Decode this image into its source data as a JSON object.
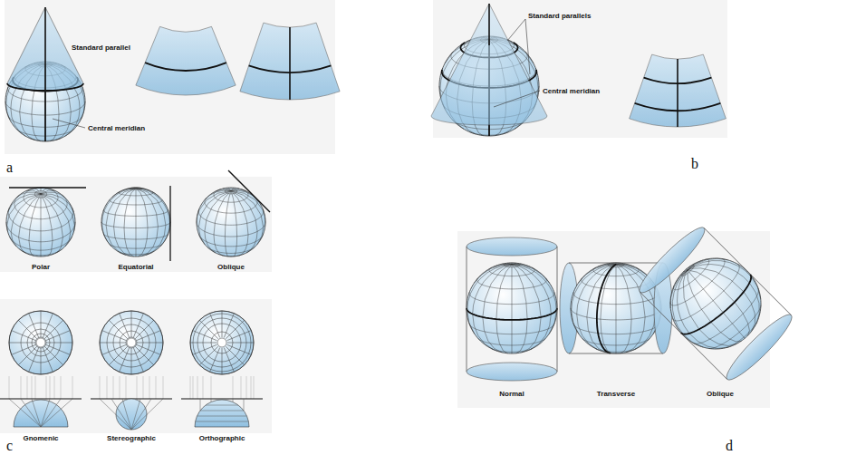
{
  "diagram": {
    "labels": [
      "Standard parallel",
      "Central meridian",
      "a",
      "Standard parallels",
      "Central meridian",
      "b",
      "Polar",
      "Equatorial",
      "Oblique",
      "Gnomenic",
      "Stereographic",
      "Orthographic",
      "c",
      "Normal",
      "Transverse",
      "Oblique",
      "d"
    ]
  }
}
